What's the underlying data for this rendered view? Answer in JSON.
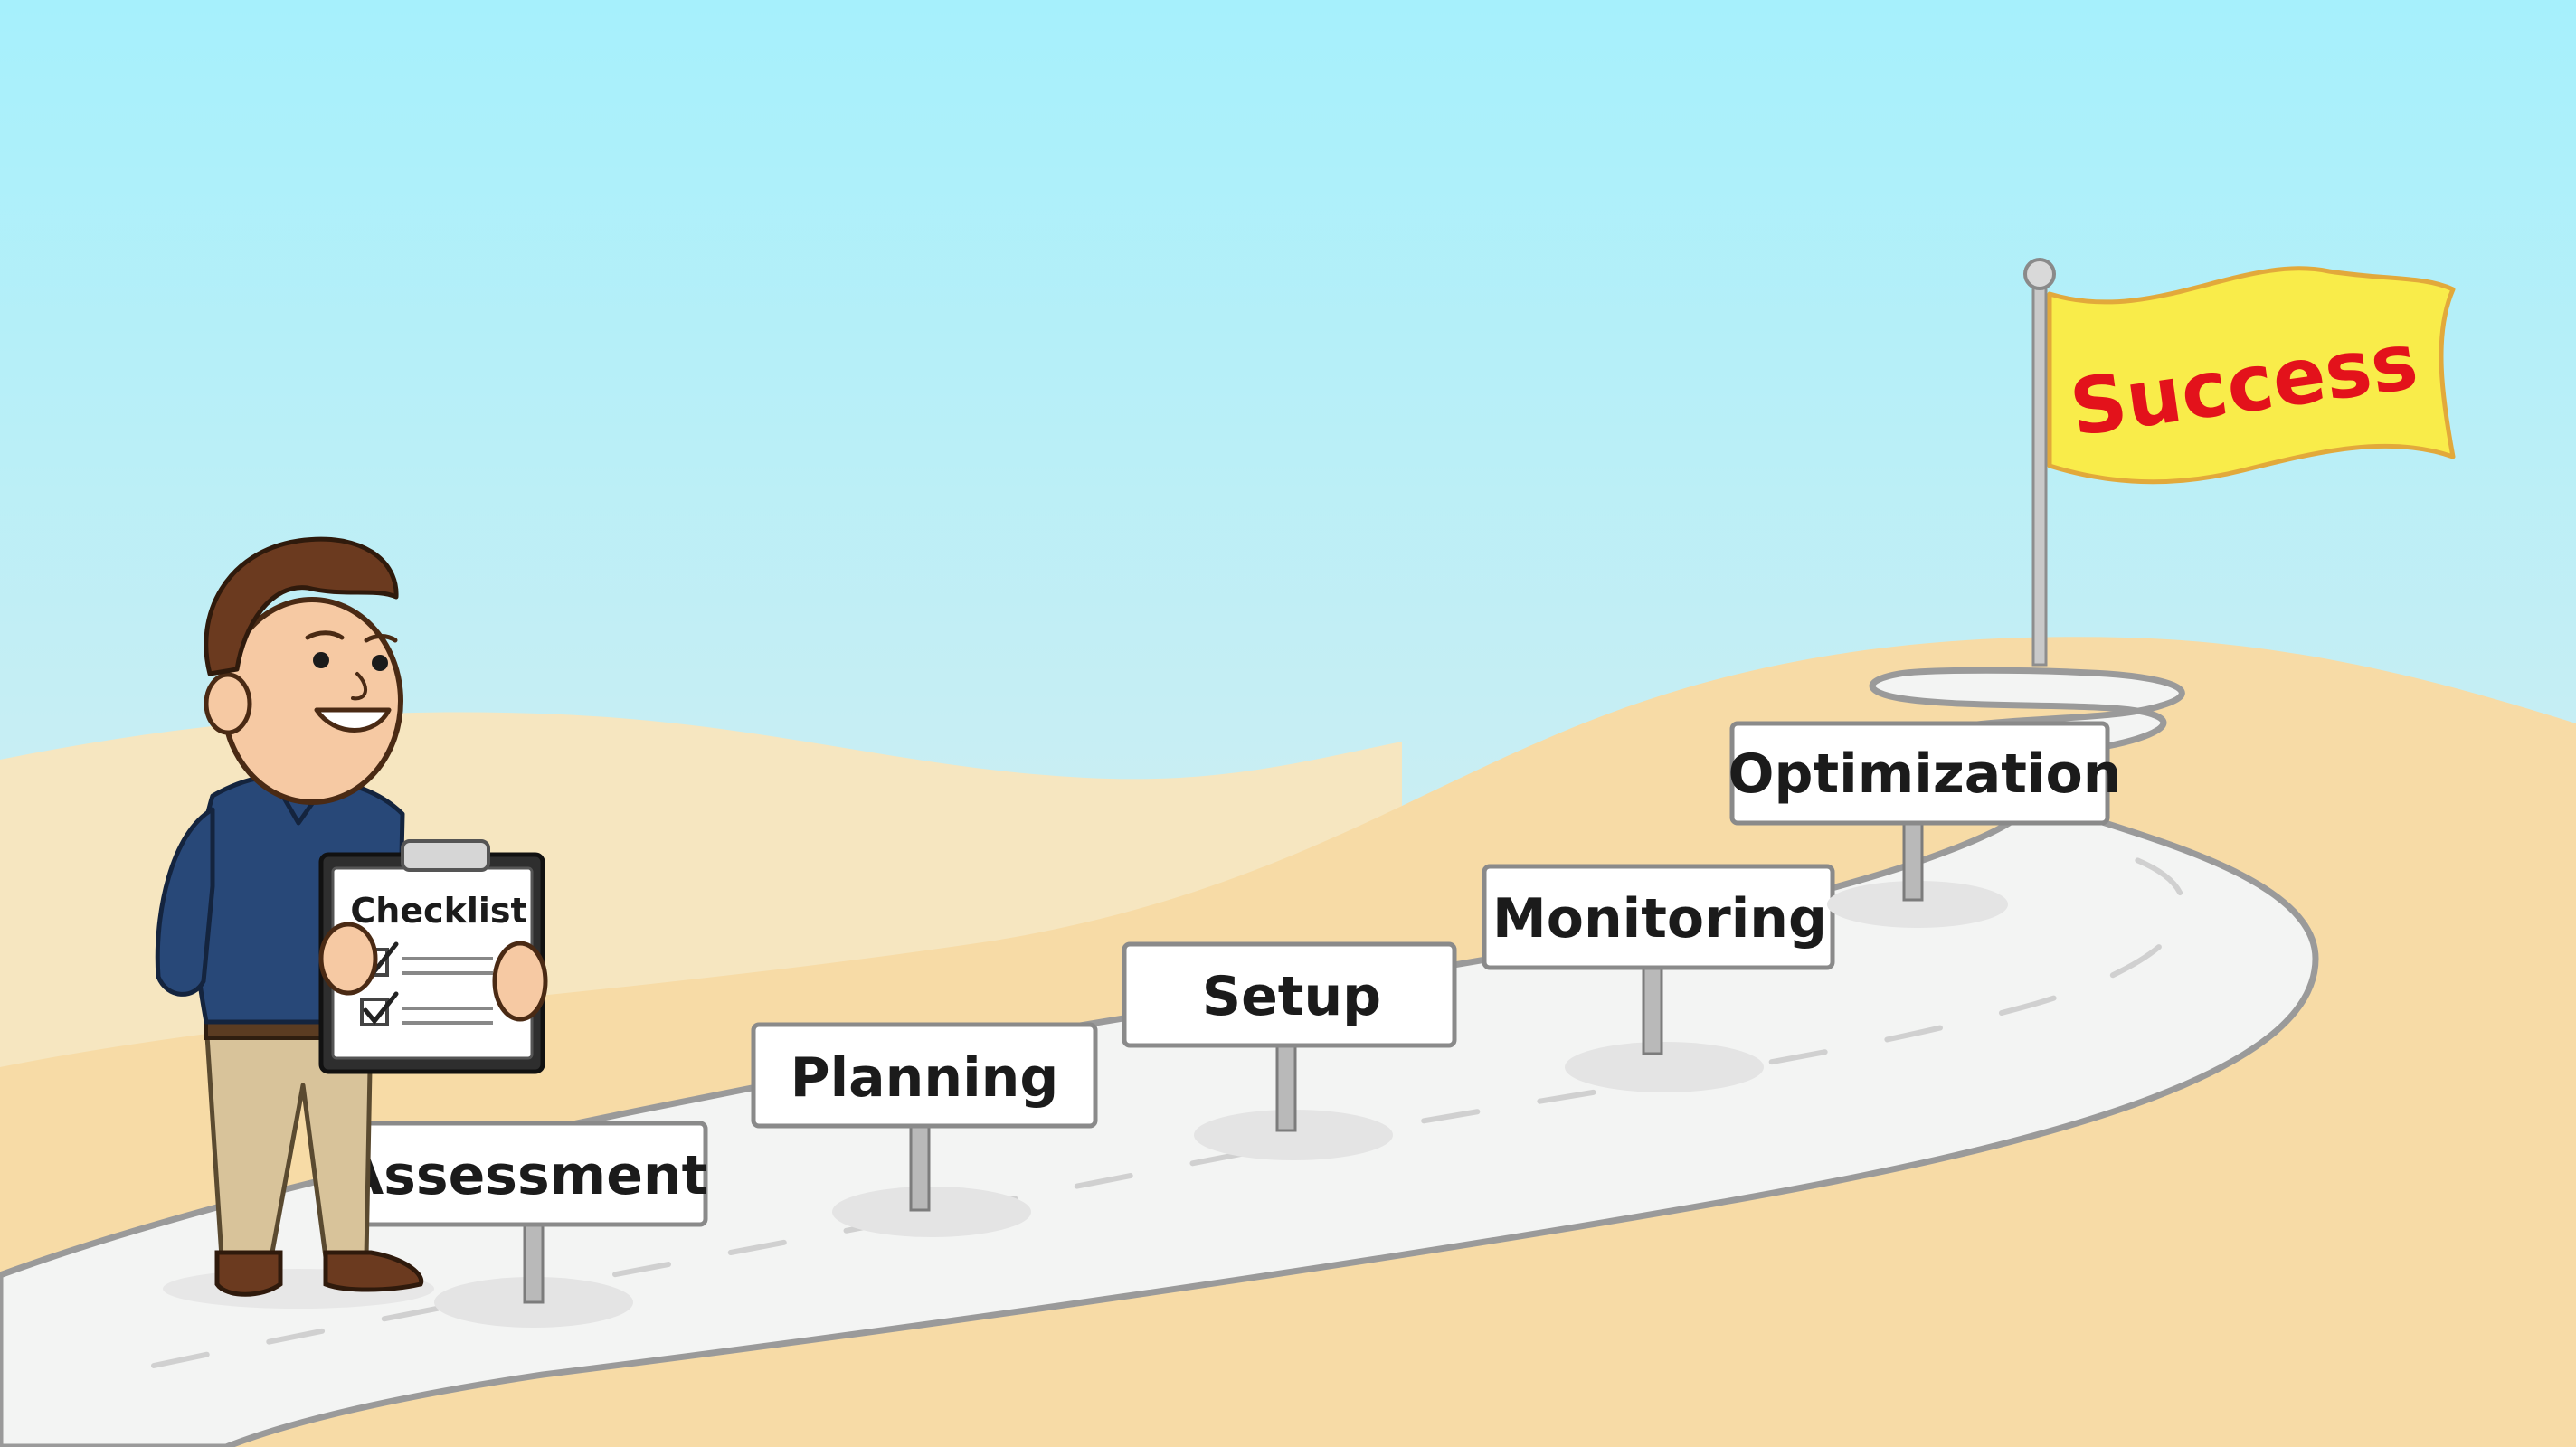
{
  "scene": {
    "title": "",
    "colors": {
      "sky_top": "#a6f0fc",
      "sky_bottom": "#e9f6ef",
      "sand": "#f7dca8",
      "sand_far": "#f6e4bc",
      "path": "#f3f4f3",
      "path_edge": "#9a9a9a",
      "flag": "#f9ec4a",
      "flag_text": "#e3121b",
      "shirt": "#284878",
      "pants": "#d8c39a",
      "hair": "#6b3a1f"
    }
  },
  "person": {
    "clipboard_title": "Checklist",
    "checked_items": 2
  },
  "signposts": [
    {
      "label": "Assessment"
    },
    {
      "label": "Planning"
    },
    {
      "label": "Setup"
    },
    {
      "label": "Monitoring"
    },
    {
      "label": "Optimization"
    }
  ],
  "flag": {
    "label": "Success"
  }
}
